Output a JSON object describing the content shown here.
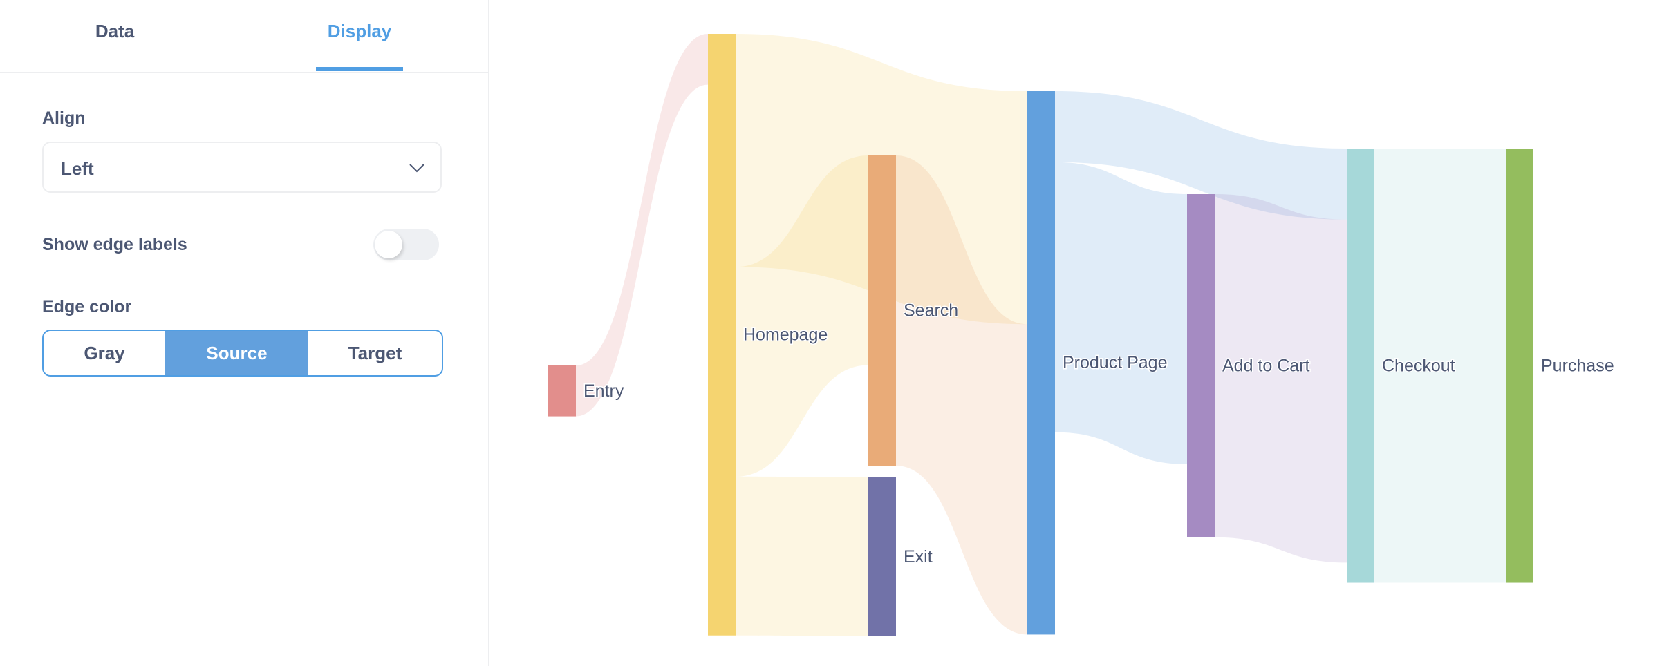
{
  "sidebar": {
    "tabs": [
      {
        "label": "Data",
        "active": false
      },
      {
        "label": "Display",
        "active": true
      }
    ],
    "align_label": "Align",
    "align_value": "Left",
    "show_edge_labels_label": "Show edge labels",
    "show_edge_labels_on": false,
    "edge_color_label": "Edge color",
    "edge_color_options": [
      "Gray",
      "Source",
      "Target"
    ],
    "edge_color_selected": "Source",
    "accent_color": "#509EE3"
  },
  "chart_data": {
    "type": "sankey",
    "align": "left",
    "edge_color_mode": "source",
    "link_opacity": 0.2,
    "nodes": [
      {
        "name": "Entry",
        "color": "#E28E8C"
      },
      {
        "name": "Homepage",
        "color": "#F5D470"
      },
      {
        "name": "Search",
        "color": "#E9AB78"
      },
      {
        "name": "Exit",
        "color": "#7172A8"
      },
      {
        "name": "Product Page",
        "color": "#62A0DD"
      },
      {
        "name": "Add to Cart",
        "color": "#A58BC2"
      },
      {
        "name": "Checkout",
        "color": "#A6D8D9"
      },
      {
        "name": "Purchase",
        "color": "#94BD5E"
      }
    ],
    "links": [
      {
        "source": "Entry",
        "target": "Homepage",
        "value": 48
      },
      {
        "source": "Homepage",
        "target": "Product Page",
        "value": 220
      },
      {
        "source": "Homepage",
        "target": "Search",
        "value": 198
      },
      {
        "source": "Homepage",
        "target": "Exit",
        "value": 150
      },
      {
        "source": "Search",
        "target": "Product Page",
        "value": 293
      },
      {
        "source": "Product Page",
        "target": "Checkout",
        "value": 67
      },
      {
        "source": "Product Page",
        "target": "Add to Cart",
        "value": 255
      },
      {
        "source": "Add to Cart",
        "target": "Checkout",
        "value": 324
      },
      {
        "source": "Checkout",
        "target": "Purchase",
        "value": 410
      }
    ]
  }
}
